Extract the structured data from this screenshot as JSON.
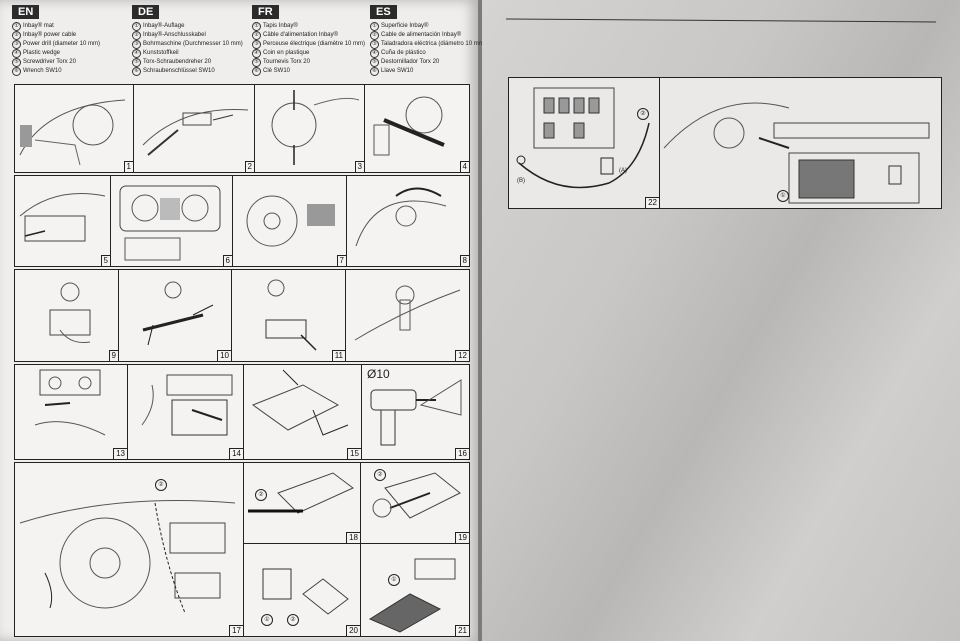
{
  "languages": [
    {
      "code": "EN",
      "items": [
        "Inbay® mat",
        "Inbay® power cable",
        "Power drill (diameter 10 mm)",
        "Plastic wedge",
        "Screwdriver Torx 20",
        "Wrench SW10"
      ]
    },
    {
      "code": "DE",
      "items": [
        "Inbay®-Auflage",
        "Inbay®-Anschlusskabel",
        "Bohrmaschine (Durchmesser 10 mm)",
        "Kunststoffkeil",
        "Torx-Schraubendreher 20",
        "Schraubenschlüssel SW10"
      ]
    },
    {
      "code": "FR",
      "items": [
        "Tapis Inbay®",
        "Câble d'alimentation Inbay®",
        "Perceuse électrique (diamètre 10 mm)",
        "Coin en plastique",
        "Tournevis Torx 20",
        "Clé SW10"
      ]
    },
    {
      "code": "ES",
      "items": [
        "Superficie Inbay®",
        "Cable de alimentación Inbay®",
        "Taladradora eléctrica (diámetro 10 mm)",
        "Cuña de plástico",
        "Destornillador Torx 20",
        "Llave SW10"
      ]
    }
  ],
  "item_numbers": [
    "①",
    "②",
    "③",
    "④",
    "⑤",
    "⑥"
  ],
  "steps": [
    "1",
    "2",
    "3",
    "4",
    "5",
    "6",
    "7",
    "8",
    "9",
    "10",
    "11",
    "12",
    "13",
    "14",
    "15",
    "16",
    "17",
    "18",
    "19",
    "20",
    "21",
    "22"
  ],
  "drill_label": "Ø10",
  "callouts": {
    "one": "①",
    "two": "②"
  },
  "labels": {
    "a": "(A)",
    "b": "(B)"
  }
}
